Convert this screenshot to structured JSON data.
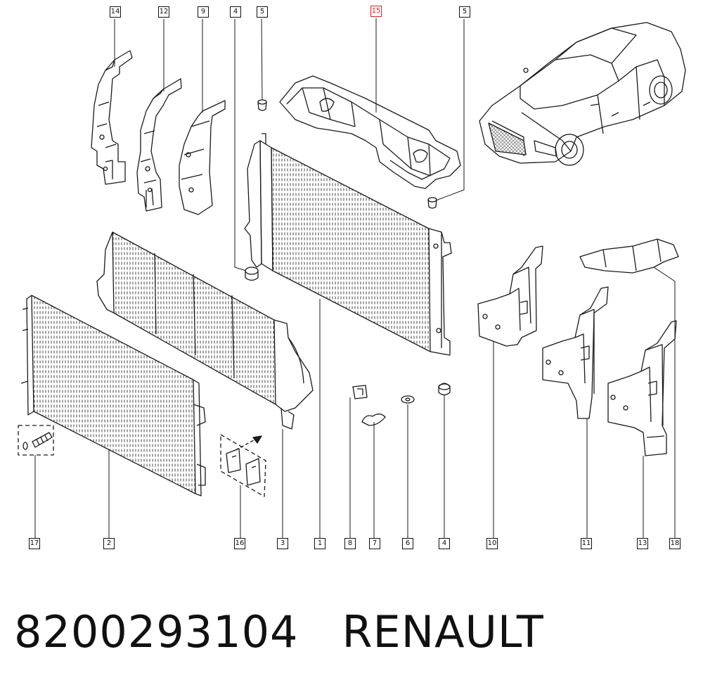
{
  "diagram": {
    "callouts": [
      {
        "id": "c14",
        "label": "14",
        "highlight": false
      },
      {
        "id": "c12",
        "label": "12",
        "highlight": false
      },
      {
        "id": "c9",
        "label": "9",
        "highlight": false
      },
      {
        "id": "c4a",
        "label": "4",
        "highlight": false
      },
      {
        "id": "c5a",
        "label": "5",
        "highlight": false
      },
      {
        "id": "c15",
        "label": "15",
        "highlight": true
      },
      {
        "id": "c5b",
        "label": "5",
        "highlight": false
      },
      {
        "id": "c17",
        "label": "17",
        "highlight": false
      },
      {
        "id": "c2",
        "label": "2",
        "highlight": false
      },
      {
        "id": "c16",
        "label": "16",
        "highlight": false
      },
      {
        "id": "c3",
        "label": "3",
        "highlight": false
      },
      {
        "id": "c1",
        "label": "1",
        "highlight": false
      },
      {
        "id": "c8",
        "label": "8",
        "highlight": false
      },
      {
        "id": "c7",
        "label": "7",
        "highlight": false
      },
      {
        "id": "c6",
        "label": "6",
        "highlight": false
      },
      {
        "id": "c4b",
        "label": "4",
        "highlight": false
      },
      {
        "id": "c10",
        "label": "10",
        "highlight": false
      },
      {
        "id": "c11",
        "label": "11",
        "highlight": false
      },
      {
        "id": "c13",
        "label": "13",
        "highlight": false
      },
      {
        "id": "c18",
        "label": "18",
        "highlight": false
      }
    ],
    "highlight_color": "#e0201b"
  },
  "caption": {
    "part_number": "8200293104",
    "brand": "RENAULT"
  }
}
